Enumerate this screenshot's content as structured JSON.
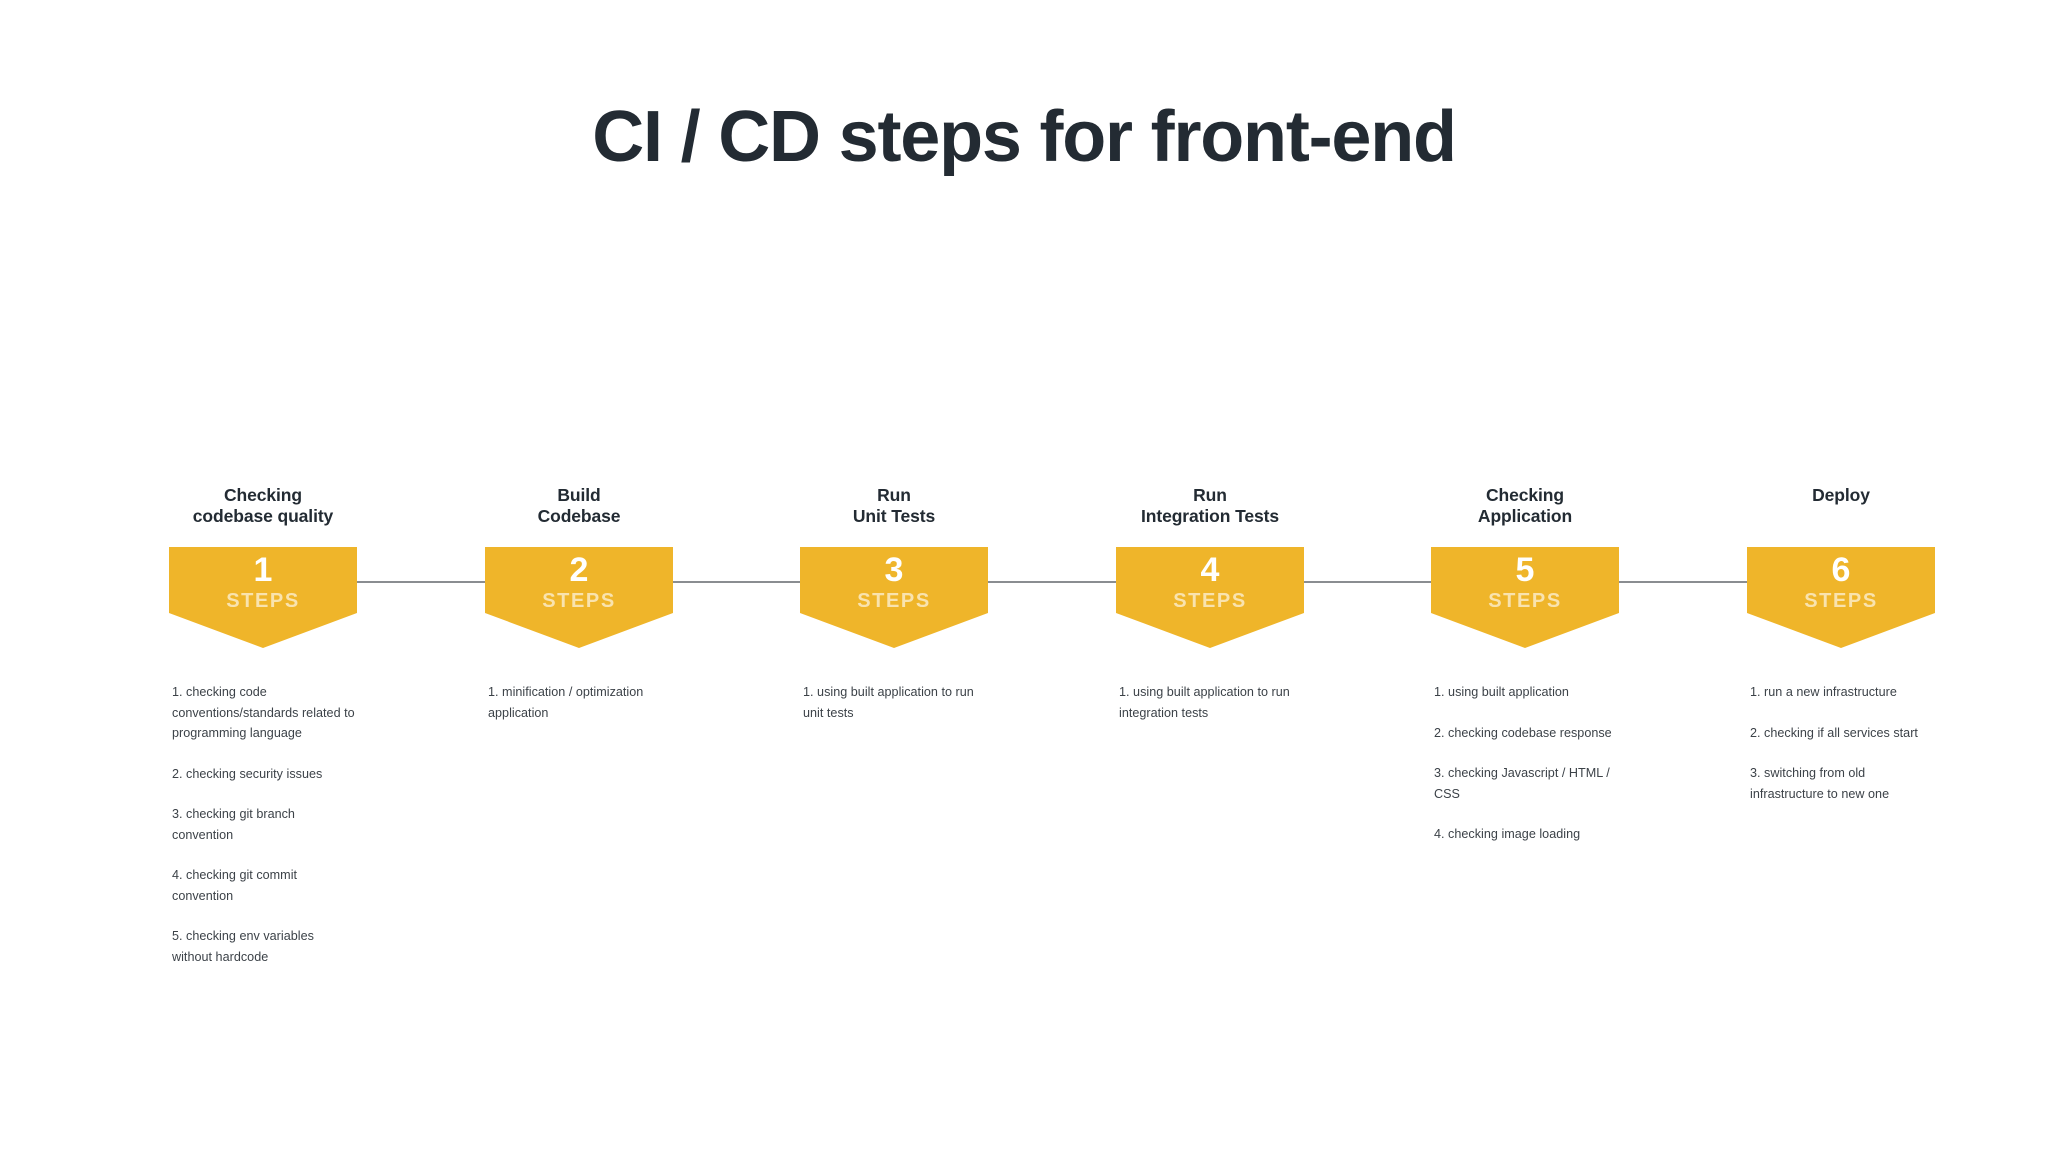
{
  "slide": {
    "title": "CI / CD steps for front-end",
    "background_color": "#ffffff",
    "accent_color": "#efb52a",
    "title_color": "#232b33",
    "body_color": "#3c4248",
    "connector_color": "#8a8d91",
    "steps_label": "STEPS"
  },
  "columns": [
    {
      "heading": "Checking\ncodebase quality",
      "number": "1",
      "steps_label": "STEPS",
      "items": [
        "1. checking code conventions/standards related to programming language",
        "2. checking security issues",
        "3. checking git branch convention",
        "4. checking git commit convention",
        "5. checking env variables without hardcode"
      ]
    },
    {
      "heading": "Build\nCodebase",
      "number": "2",
      "steps_label": "STEPS",
      "items": [
        "1. minification / optimization application"
      ]
    },
    {
      "heading": "Run\nUnit Tests",
      "number": "3",
      "steps_label": "STEPS",
      "items": [
        "1. using built application to run unit tests"
      ]
    },
    {
      "heading": "Run\nIntegration Tests",
      "number": "4",
      "steps_label": "STEPS",
      "items": [
        "1. using built application to run integration tests"
      ]
    },
    {
      "heading": "Checking\nApplication",
      "number": "5",
      "steps_label": "STEPS",
      "items": [
        "1. using built application",
        "2. checking codebase response",
        "3. checking Javascript / HTML / CSS",
        "4. checking image loading"
      ]
    },
    {
      "heading": "Deploy",
      "number": "6",
      "steps_label": "STEPS",
      "items": [
        "1. run a new infrastructure",
        "2. checking if all services start",
        "3. switching from old infrastructure to new one"
      ]
    }
  ]
}
